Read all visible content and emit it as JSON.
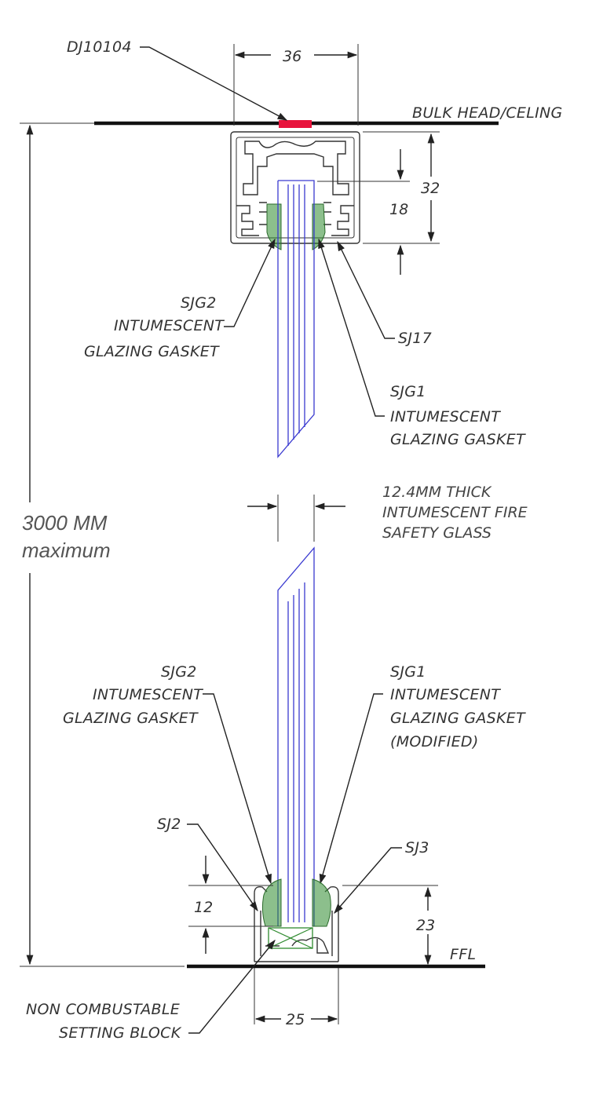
{
  "labels": {
    "dj10104": "DJ10104",
    "bulkhead": "BULK HEAD/CELING",
    "sjg2_top_line1": "SJG2",
    "sjg2_top_line2": "INTUMESCENT",
    "sjg2_top_line3": "GLAZING GASKET",
    "sj17": "SJ17",
    "sjg1_top_line1": "SJG1",
    "sjg1_top_line2": "INTUMESCENT",
    "sjg1_top_line3": "GLAZING GASKET",
    "glass_line1": "12.4MM THICK",
    "glass_line2": "INTUMESCENT FIRE",
    "glass_line3": "SAFETY GLASS",
    "height_line1": "3000 MM",
    "height_line2": "maximum",
    "sjg2_bot_line1": "SJG2",
    "sjg2_bot_line2": "INTUMESCENT",
    "sjg2_bot_line3": "GLAZING GASKET",
    "sjg1_bot_line1": "SJG1",
    "sjg1_bot_line2": "INTUMESCENT",
    "sjg1_bot_line3": "GLAZING GASKET",
    "sjg1_bot_line4": "(MODIFIED)",
    "sj2": "SJ2",
    "sj3": "SJ3",
    "ffl": "FFL",
    "setting_line1": "NON COMBUSTABLE",
    "setting_line2": "SETTING BLOCK"
  },
  "dimensions": {
    "top_width": "36",
    "top_height": "32",
    "top_engagement": "18",
    "bottom_engagement": "12",
    "bottom_height": "23",
    "bottom_width": "25"
  },
  "colors": {
    "glass": "#3a3ad0",
    "gasket": "#2e8a2e",
    "intumescent_strip": "#e8143c"
  }
}
